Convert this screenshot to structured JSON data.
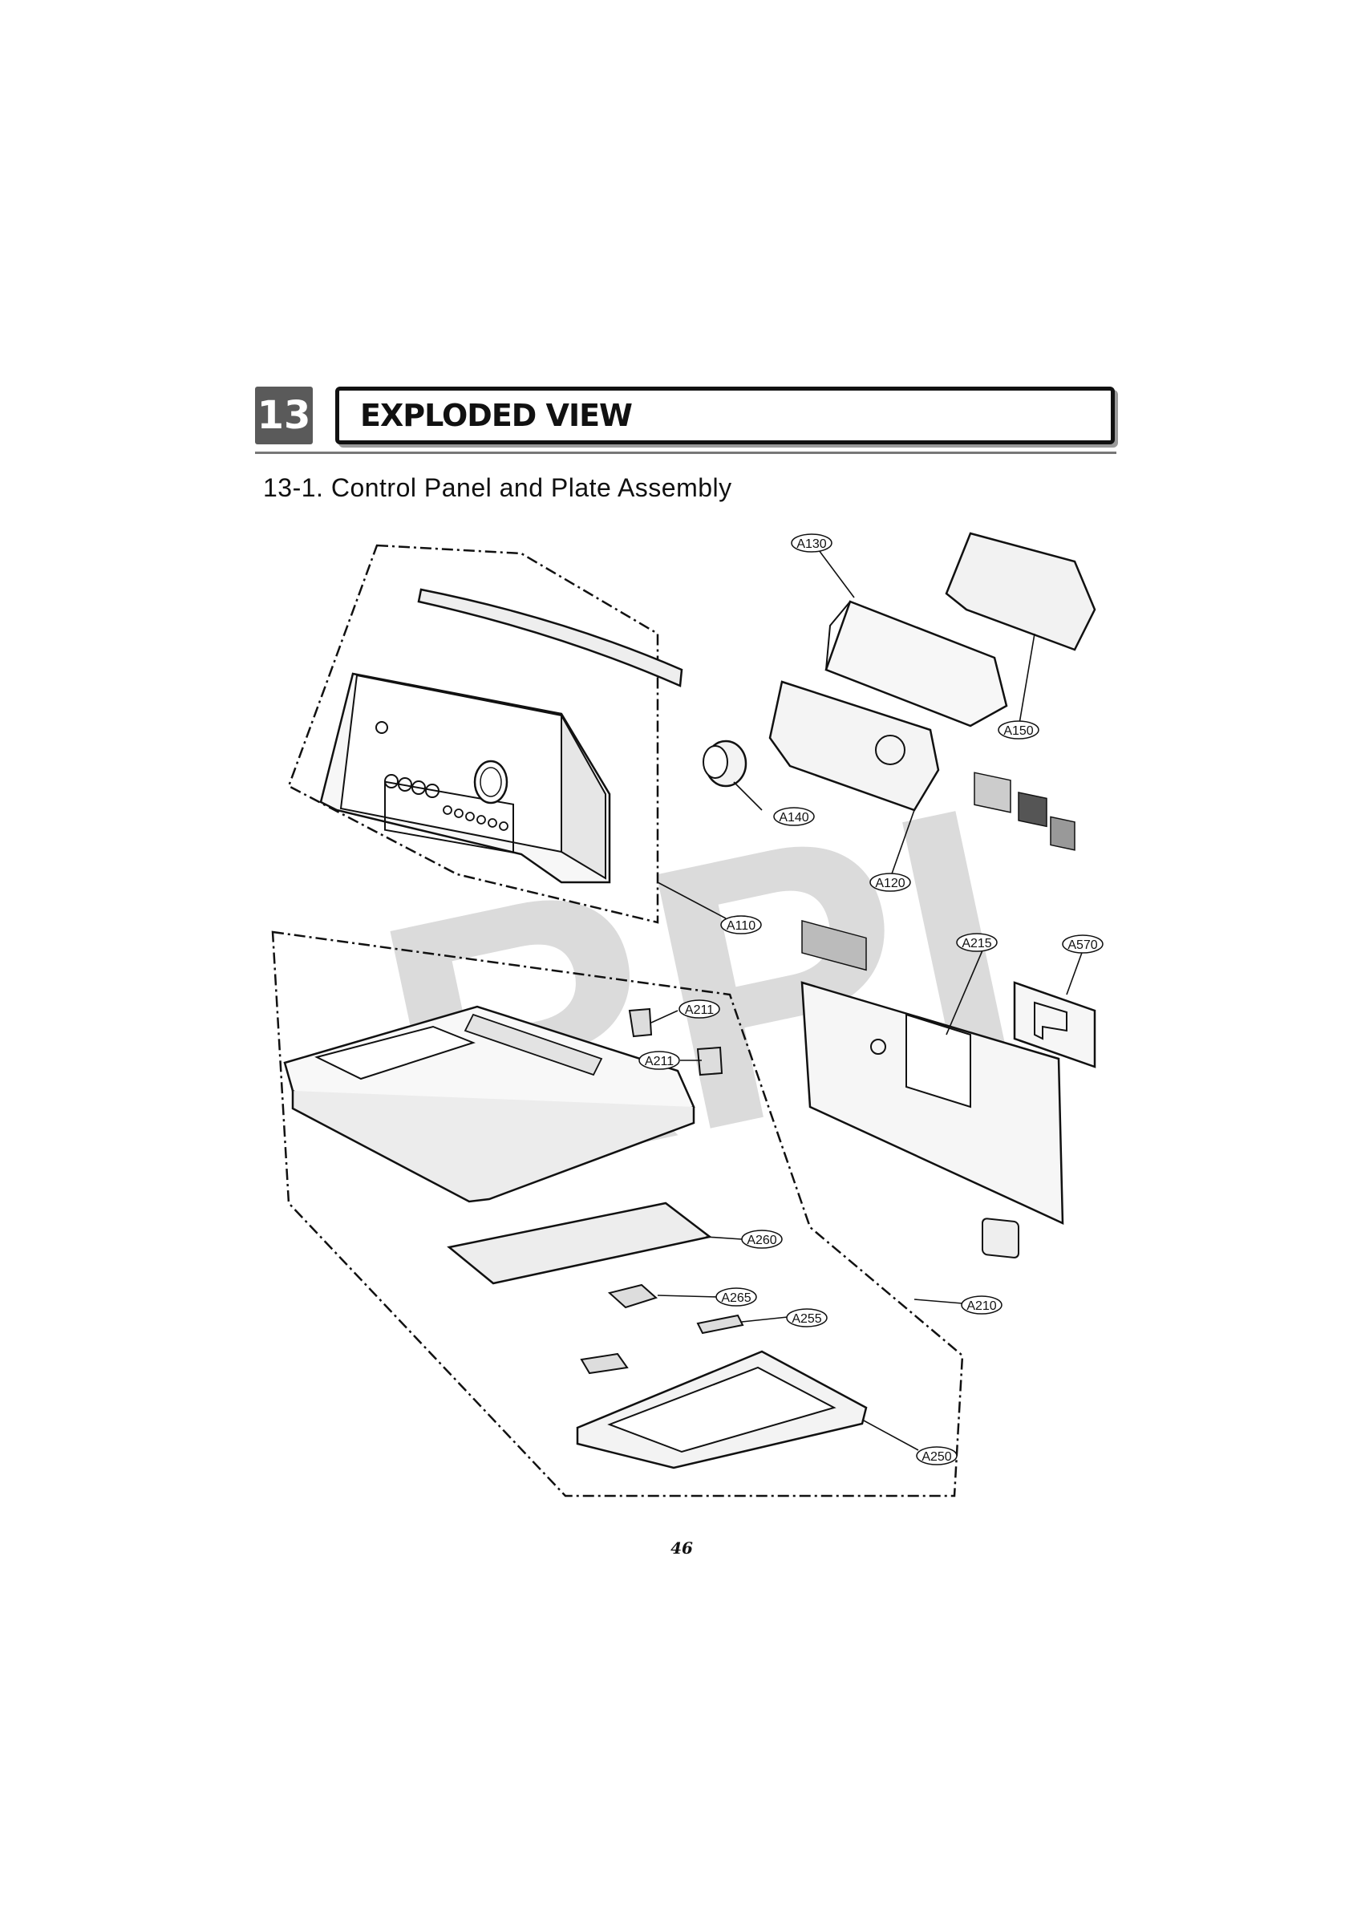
{
  "header": {
    "section_number": "13",
    "section_title": "EXPLODED VIEW",
    "subtitle": "13-1. Control Panel and Plate Assembly"
  },
  "watermark": "RPI",
  "callouts": {
    "a130": "A130",
    "a150": "A150",
    "a140": "A140",
    "a120": "A120",
    "a110": "A110",
    "a215": "A215",
    "a570": "A570",
    "a211_top": "A211",
    "a211_bottom": "A211",
    "a260": "A260",
    "a265": "A265",
    "a255": "A255",
    "a210": "A210",
    "a250": "A250"
  },
  "footer": {
    "page_number": "46"
  }
}
